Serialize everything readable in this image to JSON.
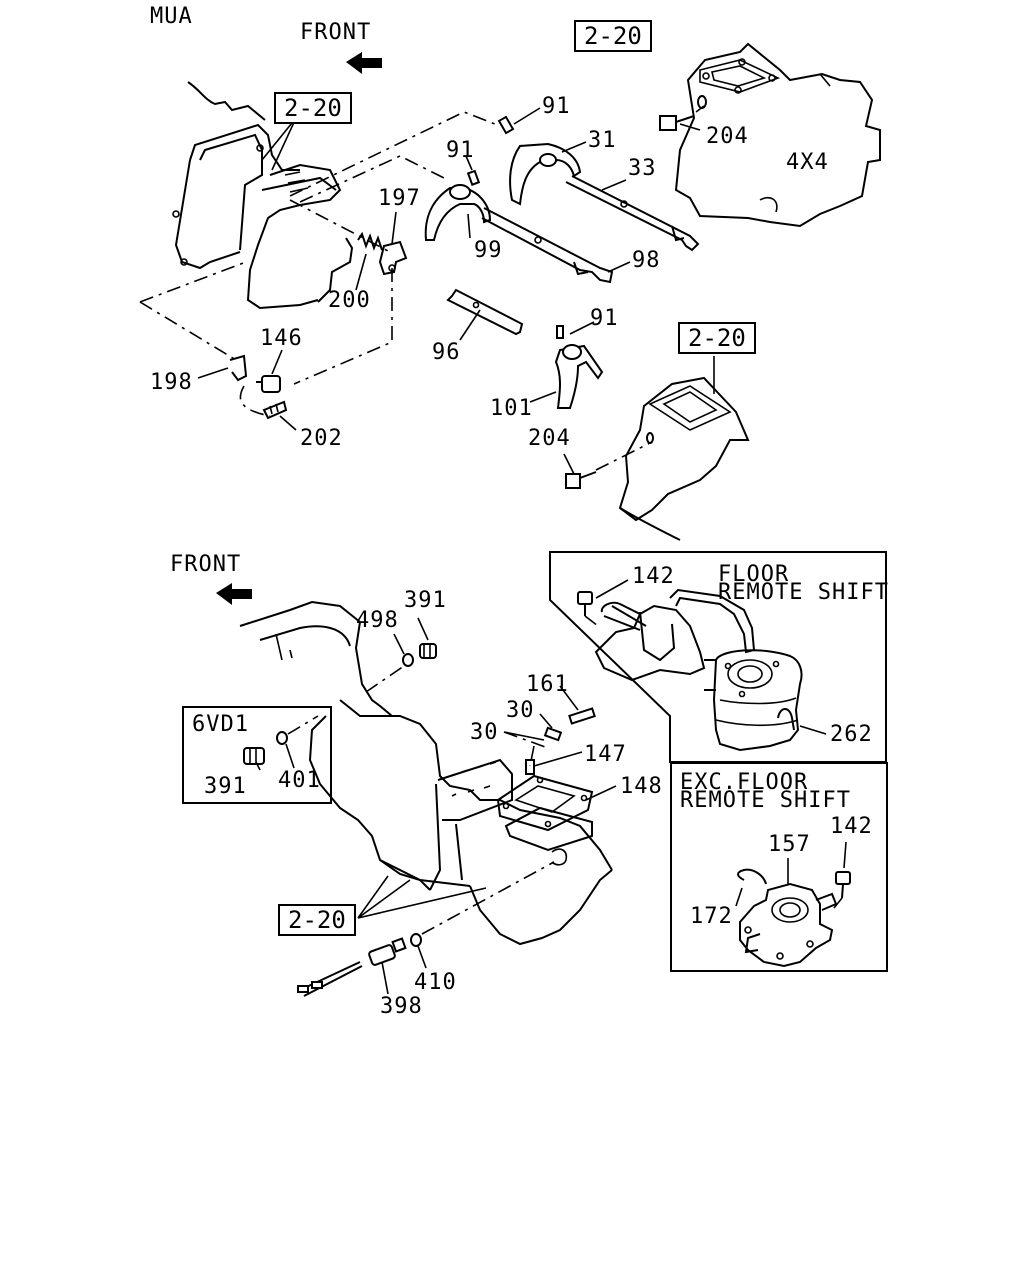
{
  "model_code": "MUA",
  "front_label": "FRONT",
  "top_section": {
    "ref_label": "2-20",
    "variant": "4X4",
    "parts": {
      "p91": "91",
      "p31": "31",
      "p33": "33",
      "p99": "99",
      "p98": "98",
      "p197": "197",
      "p200": "200",
      "p96": "96",
      "p101": "101",
      "p146": "146",
      "p198": "198",
      "p202": "202",
      "p204": "204"
    }
  },
  "bottom_section": {
    "ref_label": "2-20",
    "engine_box_label": "6VD1",
    "floor_box": {
      "line1": "FLOOR",
      "line2": "REMOTE SHIFT"
    },
    "exc_box": {
      "line1": "EXC.FLOOR",
      "line2": "REMOTE SHIFT"
    },
    "parts": {
      "p142": "142",
      "p262": "262",
      "p391": "391",
      "p498": "498",
      "p161": "161",
      "p30": "30",
      "p147": "147",
      "p148": "148",
      "p401": "401",
      "p410": "410",
      "p398": "398",
      "p157": "157",
      "p172": "172"
    }
  }
}
